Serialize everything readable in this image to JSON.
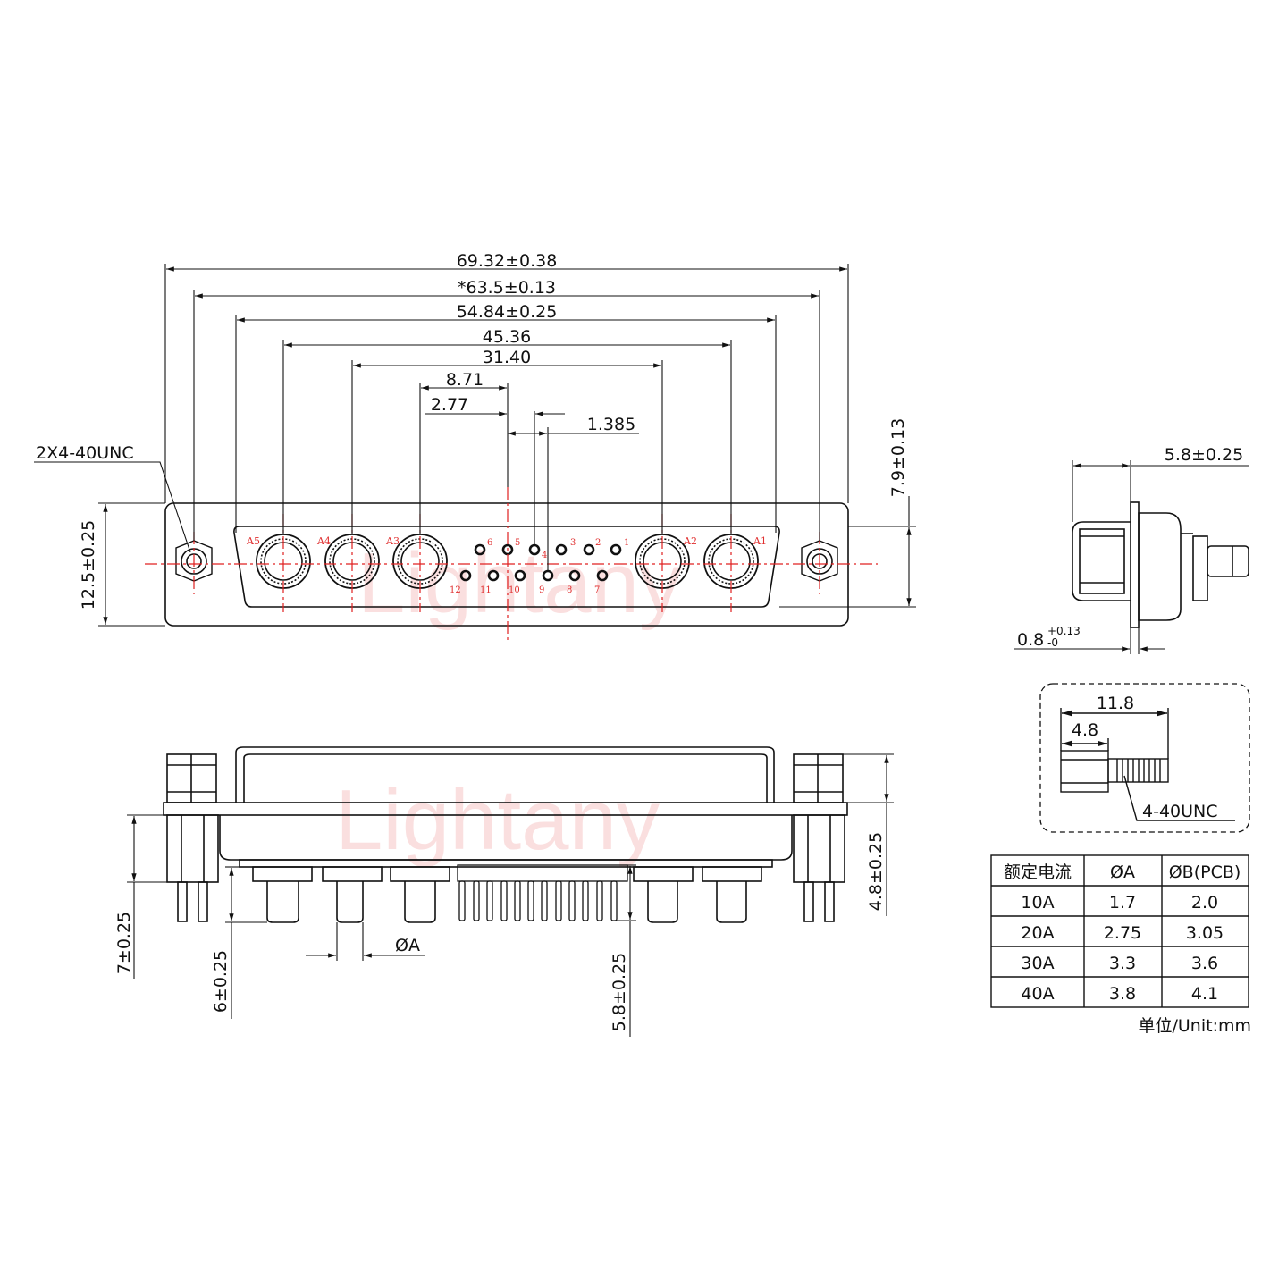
{
  "watermark": "Lightany",
  "front_view": {
    "dims": {
      "overall": "69.32±0.38",
      "mount": "*63.5±0.13",
      "shell": "54.84±0.25",
      "outer_pwr": "45.36",
      "inner_pwr": "31.40",
      "a3_to_center": "8.71",
      "a3_to_col": "2.77",
      "half_pitch": "1.385",
      "height": "12.5±0.25",
      "vertical": "7.9±0.13",
      "screw": "2X4-40UNC"
    },
    "power_labels": [
      "A5",
      "A4",
      "A3",
      "A2",
      "A1"
    ],
    "top_pin_labels": [
      "6",
      "5",
      "4",
      "3",
      "2",
      "1"
    ],
    "bottom_pin_labels": [
      "12",
      "11",
      "10",
      "9",
      "8",
      "7"
    ]
  },
  "side_view": {
    "depth": "5.8±0.25",
    "flange": "0.8",
    "flange_tol_plus": "+0.13",
    "flange_tol_minus": "-0"
  },
  "screw_detail": {
    "length": "11.8",
    "hex": "4.8",
    "thread": "4-40UNC"
  },
  "bottom_view": {
    "dims": {
      "standoff": "7±0.25",
      "power_pin": "6±0.25",
      "signal_pin": "5.8±0.25",
      "height": "4.8±0.25",
      "dia": "ØA"
    }
  },
  "table": {
    "headers": [
      "额定电流",
      "ØA",
      "ØB(PCB)"
    ],
    "rows": [
      [
        "10A",
        "1.7",
        "2.0"
      ],
      [
        "20A",
        "2.75",
        "3.05"
      ],
      [
        "30A",
        "3.3",
        "3.6"
      ],
      [
        "40A",
        "3.8",
        "4.1"
      ]
    ],
    "unit": "单位/Unit:mm"
  },
  "colors": {
    "line": "#111111",
    "center": "#e02020",
    "watermark": "#f6c6c6"
  }
}
